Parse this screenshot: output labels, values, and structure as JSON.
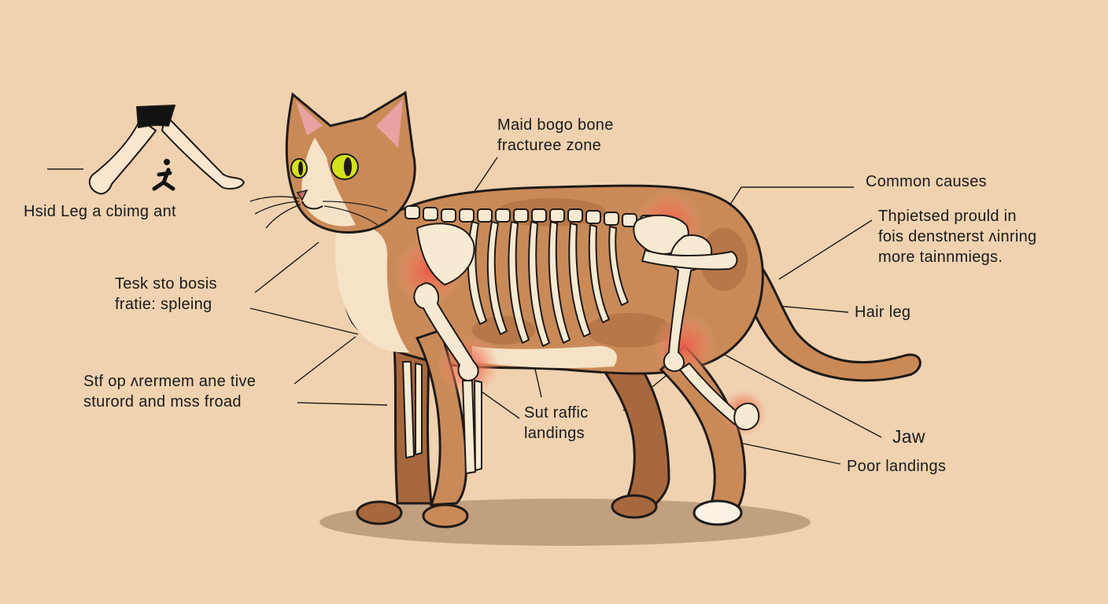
{
  "labels": {
    "hind_leg_climbing": "Hsid Leg a cbimg ant",
    "main_bone_fracture": [
      "Maid bogo bone",
      "fracturee zone"
    ],
    "common_causes": "Common causes",
    "thpietsed": [
      "Thpietsed prould in",
      "fois denstnerst ʌinring",
      "more tainnmiegs."
    ],
    "tesk_sto_bosis": [
      "Tesk sto bosis",
      "fratie: spleing"
    ],
    "hair_leg": "Hair leg",
    "stf_op": [
      "Stf op ʌrermem ane tive",
      "sturord and mss froad"
    ],
    "sut_raffic": [
      "Sut raffic",
      "landings"
    ],
    "jaw": "Jaw",
    "poor_landings": "Poor landings"
  },
  "icons": [
    "person-legs-icon",
    "climbing-person-icon"
  ],
  "colors": {
    "background": "#f0d2b0",
    "fur": "#c98a58",
    "fur_dark": "#a8683d",
    "cream": "#f6e3c7",
    "bone": "#f7ead2",
    "inflammation": "#ec5a48",
    "eye": "#d4e21a",
    "outline": "#1f1a17",
    "shadow": "#b89878"
  }
}
